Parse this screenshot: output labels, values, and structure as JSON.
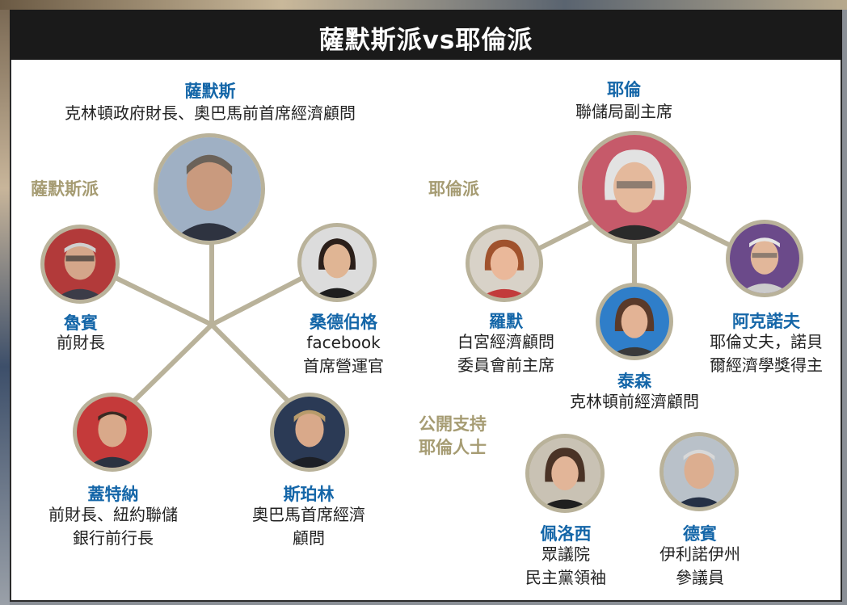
{
  "header": {
    "title": "薩默斯派vs耶倫派"
  },
  "groups": {
    "summers_camp": "薩默斯派",
    "yellen_camp": "耶倫派",
    "public_support_line1": "公開支持",
    "public_support_line2": "耶倫人士"
  },
  "people": {
    "summers": {
      "name": "薩默斯",
      "desc1": "克林頓政府財長、奧巴馬前首席經濟顧問"
    },
    "rubin": {
      "name": "魯賓",
      "desc1": "前財長"
    },
    "sandberg": {
      "name": "桑德伯格",
      "desc1": "facebook",
      "desc2": "首席營運官"
    },
    "geithner": {
      "name": "蓋特納",
      "desc1": "前財長、紐約聯儲",
      "desc2": "銀行前行長"
    },
    "sperling": {
      "name": "斯珀林",
      "desc1": "奧巴馬首席經濟",
      "desc2": "顧問"
    },
    "yellen": {
      "name": "耶倫",
      "desc1": "聯儲局副主席"
    },
    "romer": {
      "name": "羅默",
      "desc1": "白宮經濟顧問",
      "desc2": "委員會前主席"
    },
    "tyson": {
      "name": "泰森",
      "desc1": "克林頓前經濟顧問"
    },
    "akerlof": {
      "name": "阿克諾夫",
      "desc1": "耶倫丈夫，諾貝",
      "desc2": "爾經濟學獎得主"
    },
    "pelosi": {
      "name": "佩洛西",
      "desc1": "眾議院",
      "desc2": "民主黨領袖"
    },
    "durbin": {
      "name": "德賓",
      "desc1": "伊利諾伊州",
      "desc2": "參議員"
    }
  },
  "colors": {
    "name_blue": "#1466a8",
    "group_gold": "#a69c73",
    "line": "#b9b29a",
    "header_bg": "#1a1a1a"
  },
  "icons": [
    "portrait-icon"
  ]
}
